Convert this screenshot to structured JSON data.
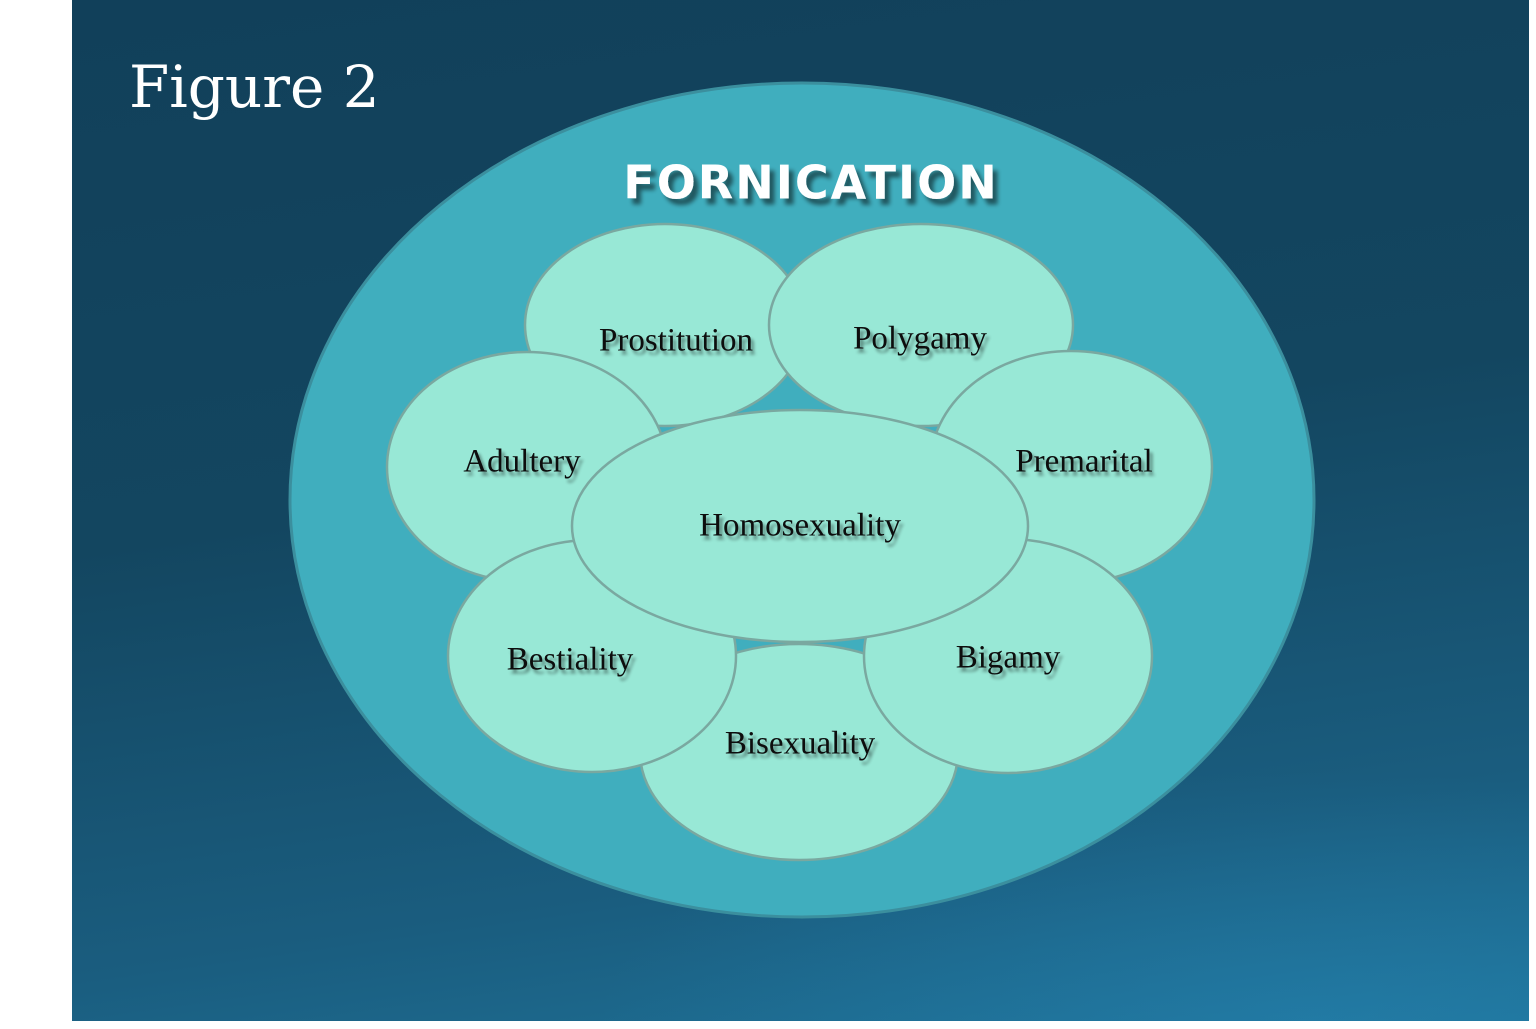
{
  "figure": {
    "title": "Figure 2"
  },
  "diagram": {
    "outer": {
      "label": "FORNICATION",
      "fill": "#40aebe"
    },
    "center": {
      "label": "Homosexuality"
    },
    "petals": [
      {
        "id": "prostitution",
        "label": "Prostitution"
      },
      {
        "id": "polygamy",
        "label": "Polygamy"
      },
      {
        "id": "adultery",
        "label": "Adultery"
      },
      {
        "id": "premarital",
        "label": "Premarital"
      },
      {
        "id": "bestiality",
        "label": "Bestiality"
      },
      {
        "id": "bigamy",
        "label": "Bigamy"
      },
      {
        "id": "bisexuality",
        "label": "Bisexuality"
      }
    ],
    "colors": {
      "background_top": "#11405a",
      "background_bottom": "#1f7399",
      "ring": "#40aebe",
      "petal_fill": "#98e8d6",
      "petal_stroke": "#7aa8a0",
      "text": "#0a0a0a",
      "title_text": "#ffffff"
    }
  }
}
